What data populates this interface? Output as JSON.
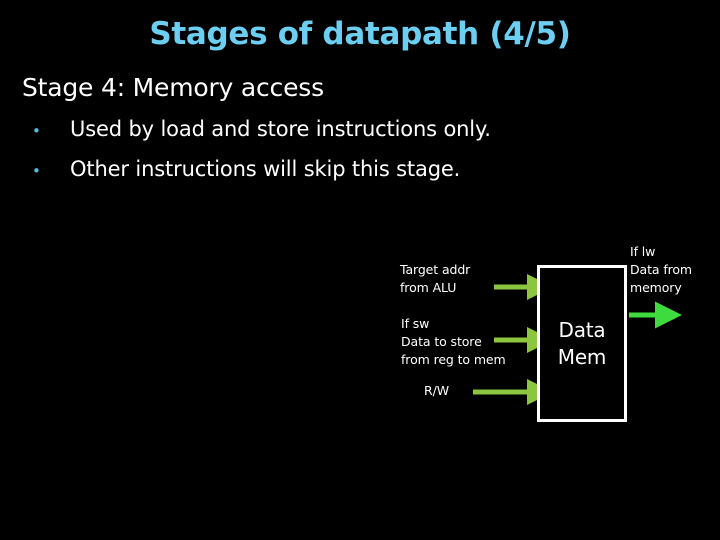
{
  "slide": {
    "background_color": "#000000",
    "title": "Stages of datapath (4/5)",
    "title_color": "#6ccef0",
    "heading": "Stage 4: Memory access",
    "bullet_marker": "•",
    "bullet_color": "#55b9e0",
    "bullets": [
      "Used by load and store instructions only.",
      "Other instructions will skip this stage."
    ]
  },
  "diagram": {
    "box": {
      "label_line1": "Data",
      "label_line2": "Mem",
      "border_color": "#ffffff",
      "fill_color": "#000000"
    },
    "arrow_color_in": "#8cc63f",
    "arrow_color_out": "#3ddb3d",
    "inputs": [
      {
        "name": "target-addr",
        "lines": [
          "Target addr",
          "from ALU"
        ]
      },
      {
        "name": "store-data",
        "lines": [
          "If sw",
          "Data to store",
          "from reg to mem"
        ]
      },
      {
        "name": "read-write",
        "lines": [
          "R/W"
        ]
      }
    ],
    "output": {
      "name": "load-data",
      "lines": [
        "If lw",
        "Data from",
        "memory"
      ]
    }
  }
}
